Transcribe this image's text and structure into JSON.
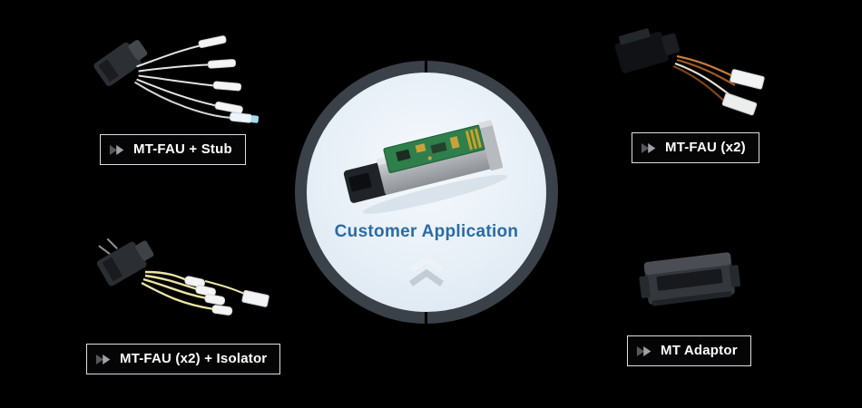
{
  "page": {
    "background_color": "#000000"
  },
  "center": {
    "title": "Customer Application",
    "title_color": "#2a6ca5",
    "ring_color": "#3b4149",
    "circle_fill": "#e7eff7",
    "device_icon": "optical-transceiver-module",
    "marker_icon": "chevron-up"
  },
  "products": [
    {
      "label": "MT-FAU + Stub",
      "position": "top-left",
      "photo_icon": "fiber-assembly-with-stub"
    },
    {
      "label": "MT-FAU (x2)",
      "position": "top-right",
      "photo_icon": "dual-mt-fau-assembly"
    },
    {
      "label": "MT-FAU (x2) + Isolator",
      "position": "bottom-left",
      "photo_icon": "dual-mt-fau-with-isolators"
    },
    {
      "label": "MT Adaptor",
      "position": "bottom-right",
      "photo_icon": "mt-adaptor-block"
    }
  ],
  "icons": {
    "label_marker": "double-chevron-right",
    "label_marker_colors": [
      "#55585c",
      "#9ea2a6"
    ]
  }
}
